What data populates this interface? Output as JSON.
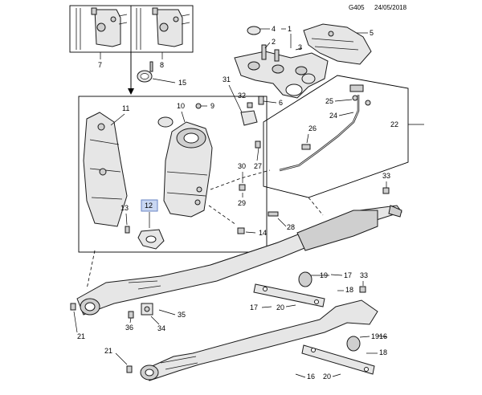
{
  "header": {
    "ref_code": "G405",
    "date": "24/05/2018"
  },
  "callouts": {
    "c1": "1",
    "c2": "2",
    "c3": "3",
    "c4": "4",
    "c5": "5",
    "c6": "6",
    "c7": "7",
    "c8": "8",
    "c9": "9",
    "c10": "10",
    "c11": "11",
    "c12": "12",
    "c13": "13",
    "c14": "14",
    "c15": "15",
    "c16a": "16",
    "c16b": "16",
    "c17a": "17",
    "c17b": "17",
    "c18a": "18",
    "c18b": "18",
    "c19a": "19",
    "c19b": "19",
    "c20a": "20",
    "c20b": "20",
    "c21a": "21",
    "c21b": "21",
    "c22": "22",
    "c24": "24",
    "c25": "25",
    "c26": "26",
    "c27": "27",
    "c28": "28",
    "c29": "29",
    "c30": "30",
    "c31": "31",
    "c32": "32",
    "c33a": "33",
    "c33b": "33",
    "c34": "34",
    "c35": "35",
    "c36": "36"
  },
  "highlight": {
    "part": "12",
    "color": "#c9d7f2"
  }
}
